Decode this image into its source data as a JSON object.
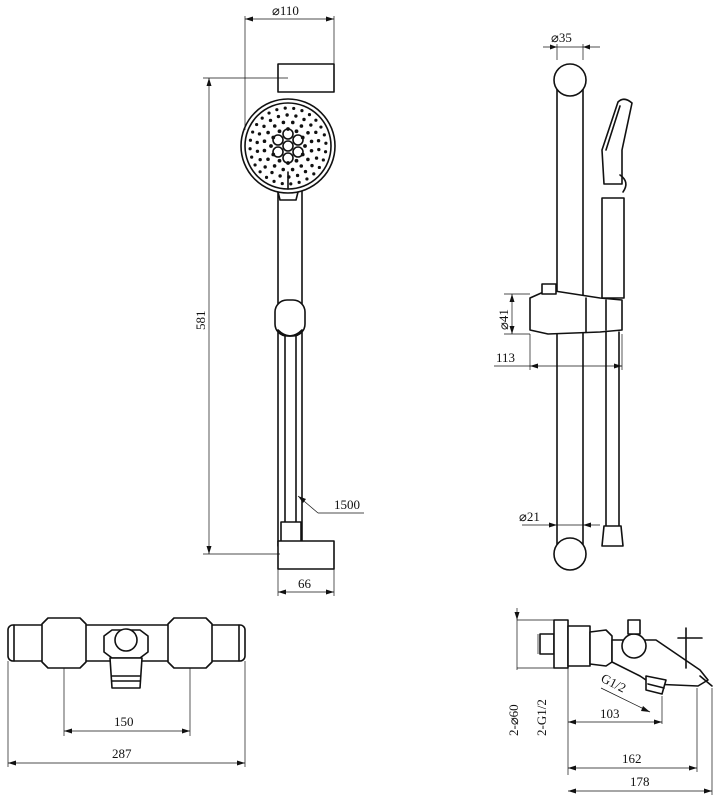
{
  "dimensions": {
    "head_diameter": "⌀110",
    "rail_height": "581",
    "hose_length": "1500",
    "bracket_depth": "66",
    "rail_diameter": "⌀35",
    "slider_diameter": "⌀41",
    "slider_offset": "113",
    "hose_diameter": "⌀21",
    "centers": "150",
    "total_width": "287",
    "escutcheon": "2-⌀60",
    "inlet_thread": "2-G1/2",
    "outlet_thread": "G1/2",
    "spout_reach": "103",
    "body_depth": "162",
    "total_depth": "178"
  },
  "colors": {
    "line": "#111111",
    "background": "#ffffff"
  }
}
